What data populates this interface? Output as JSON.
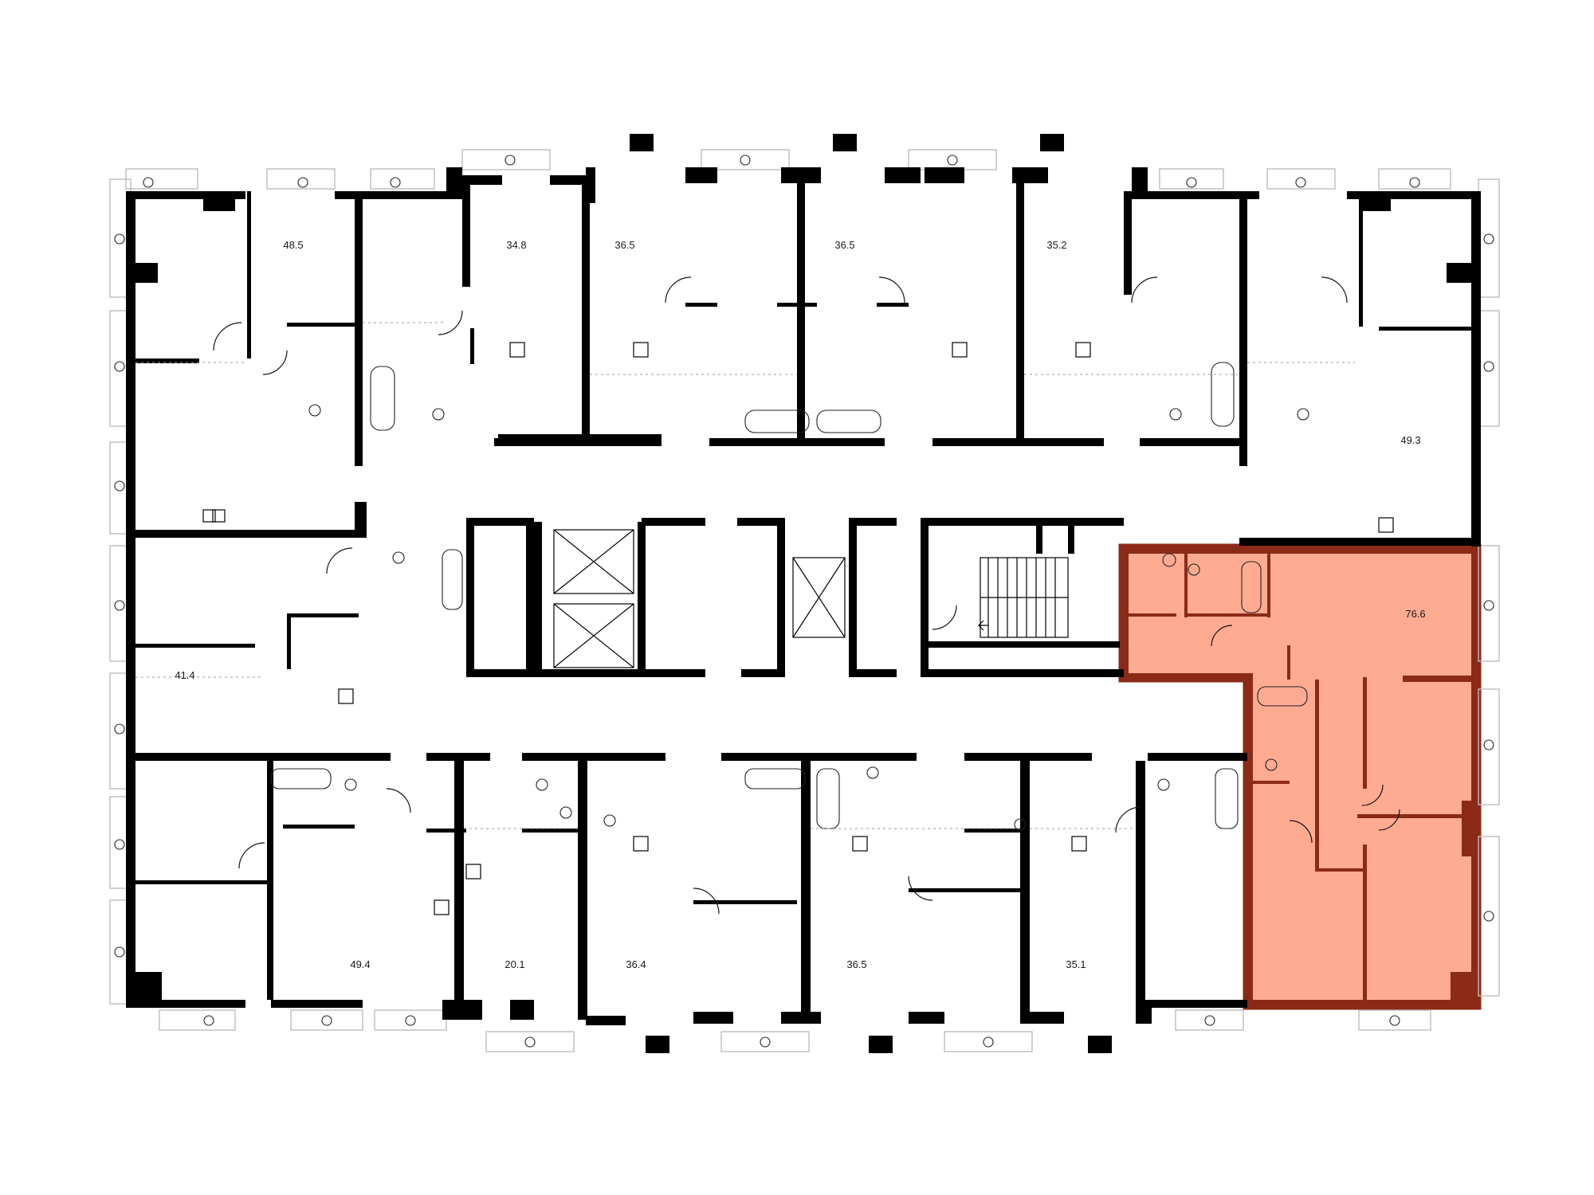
{
  "floor_plan": {
    "colors": {
      "highlight_fill": "#ffab92",
      "highlight_wall": "#8b2a17",
      "wall": "#000000",
      "background": "#ffffff"
    },
    "apartments": [
      {
        "id": "apt-48-5",
        "area": "48.5",
        "selected": false
      },
      {
        "id": "apt-34-8",
        "area": "34.8",
        "selected": false
      },
      {
        "id": "apt-36-5-top-a",
        "area": "36.5",
        "selected": false
      },
      {
        "id": "apt-36-5-top-b",
        "area": "36.5",
        "selected": false
      },
      {
        "id": "apt-35-2",
        "area": "35.2",
        "selected": false
      },
      {
        "id": "apt-49-3",
        "area": "49.3",
        "selected": false
      },
      {
        "id": "apt-76-6",
        "area": "76.6",
        "selected": true
      },
      {
        "id": "apt-41-4",
        "area": "41.4",
        "selected": false
      },
      {
        "id": "apt-49-4",
        "area": "49.4",
        "selected": false
      },
      {
        "id": "apt-20-1",
        "area": "20.1",
        "selected": false
      },
      {
        "id": "apt-36-4",
        "area": "36.4",
        "selected": false
      },
      {
        "id": "apt-36-5-bottom",
        "area": "36.5",
        "selected": false
      },
      {
        "id": "apt-35-1",
        "area": "35.1",
        "selected": false
      }
    ]
  }
}
